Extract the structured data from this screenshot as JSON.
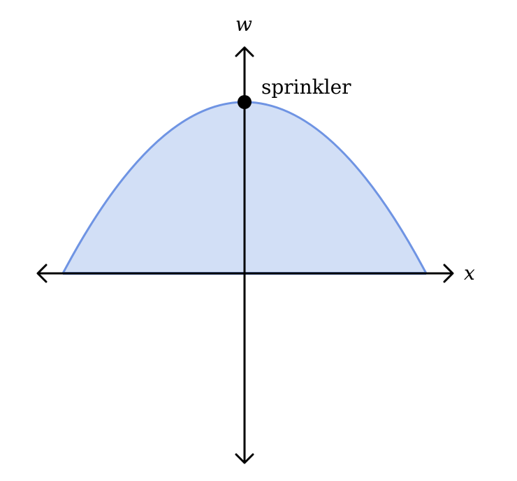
{
  "axes": {
    "x_label": "x",
    "y_label": "w"
  },
  "point": {
    "label": "sprinkler"
  },
  "colors": {
    "axis": "#000000",
    "curve_stroke": "#6f94e3",
    "region_fill": "#d2dff6",
    "point": "#000000"
  }
}
